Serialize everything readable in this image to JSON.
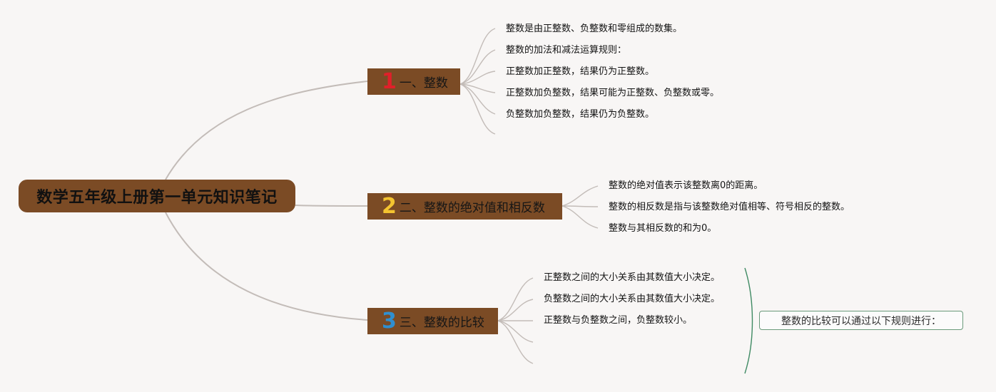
{
  "root": {
    "title": "数学五年级上册第一单元知识笔记"
  },
  "branches": [
    {
      "number": "1",
      "number_color": "#e0202a",
      "label": "一、整数",
      "children": [
        "整数是由正整数、负整数和零组成的数集。",
        "整数的加法和减法运算规则：",
        "正整数加正整数，结果仍为正整数。",
        "正整数加负整数，结果可能为正整数、负整数或零。",
        "负整数加负整数，结果仍为负整数。"
      ]
    },
    {
      "number": "2",
      "number_color": "#f4c430",
      "label": "二、整数的绝对值和相反数",
      "children": [
        "整数的绝对值表示该整数离0的距离。",
        "整数的相反数是指与该整数绝对值相等、符号相反的整数。",
        "整数与其相反数的和为0。"
      ]
    },
    {
      "number": "3",
      "number_color": "#2f8fd0",
      "label": "三、整数的比较",
      "children": [
        "正整数之间的大小关系由其数值大小决定。",
        "负整数之间的大小关系由其数值大小决定。",
        "正整数与负整数之间，负整数较小。"
      ]
    }
  ],
  "summary_note": "整数的比较可以通过以下规则进行：",
  "colors": {
    "node_fill": "#7b4b25",
    "connector": "#c3bcb8",
    "bracket": "#3f8a63",
    "background": "#f8f6f5"
  }
}
